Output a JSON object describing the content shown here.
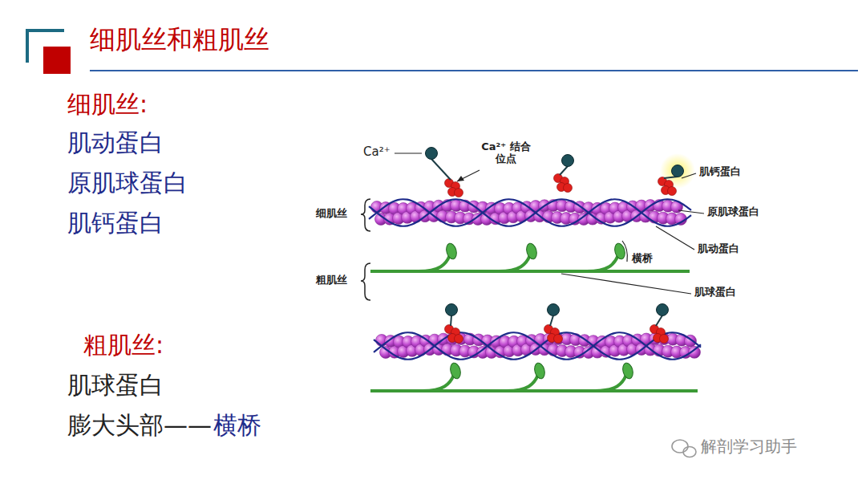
{
  "diagram": {
    "title": "细肌丝和粗肌丝",
    "labels": [
      "细肌丝:",
      "肌动蛋白",
      "原肌球蛋白",
      "肌钙蛋白",
      "粗肌丝:",
      "肌球蛋白",
      "膨大头部——",
      "横桥",
      "Ca²⁺",
      "Ca²⁺ 结合位点",
      "细肌丝",
      "粗肌丝",
      "肌钙蛋白",
      "原肌球蛋白",
      "肌动蛋白",
      "横桥",
      "肌球蛋白",
      "解剖学习助手"
    ]
  }
}
